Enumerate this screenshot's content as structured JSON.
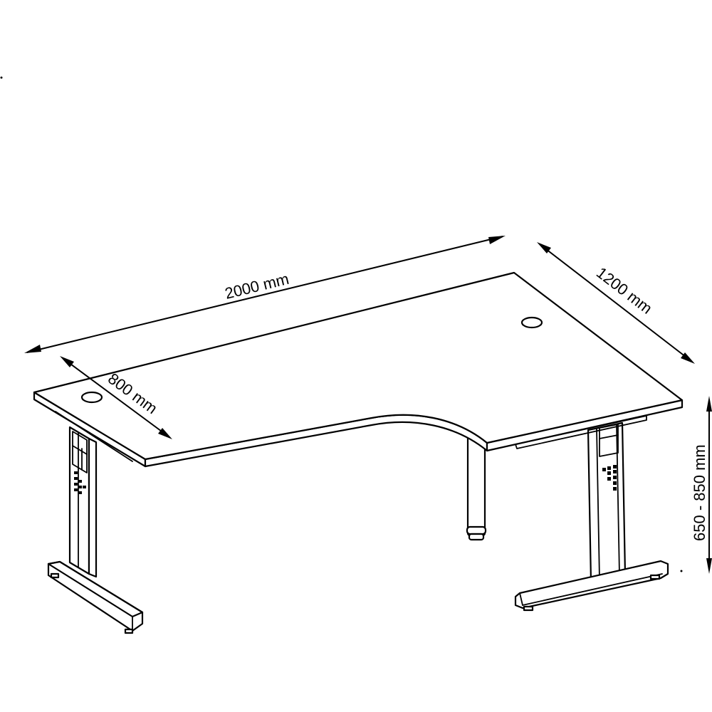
{
  "drawing": {
    "subject": "L-shaped corner office desk (technical line drawing)",
    "line_color": "#000000",
    "background_color": "#ffffff"
  },
  "dimensions": {
    "width": {
      "label": "2000 mm"
    },
    "depth_right": {
      "label": "1200 mm"
    },
    "depth_left": {
      "label": "800 mm"
    },
    "height": {
      "label": "650 - 850 mm"
    }
  },
  "parts": {
    "desktop": "L-shaped desktop with curved inner cut-out",
    "cable_ports": 2,
    "legs": [
      "left C-frame leg",
      "right C-frame leg",
      "round support leg"
    ],
    "feet": 2
  }
}
